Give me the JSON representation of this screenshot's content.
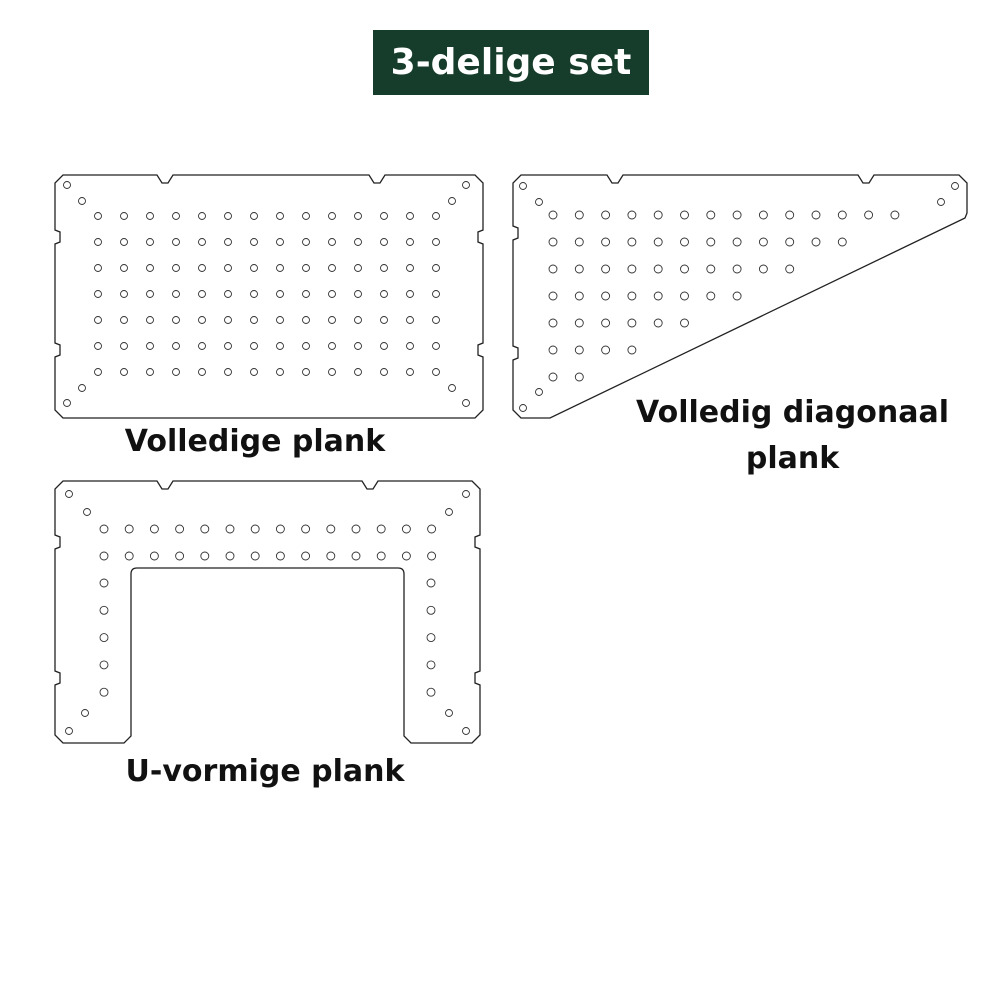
{
  "title": "3-delige set",
  "panels": {
    "full": {
      "label": "Volledige plank",
      "rows": 7,
      "cols": 14
    },
    "diagonal": {
      "label_line1": "Volledig diagonaal",
      "label_line2": "plank",
      "row_counts": [
        14,
        12,
        10,
        8,
        6,
        4,
        2
      ]
    },
    "u_shape": {
      "label": "U-vormige plank",
      "top_rows": 2,
      "top_cols": 14,
      "side_holes": 5
    }
  },
  "colors": {
    "title_bg": "#163d2b",
    "outline": "#222222"
  }
}
